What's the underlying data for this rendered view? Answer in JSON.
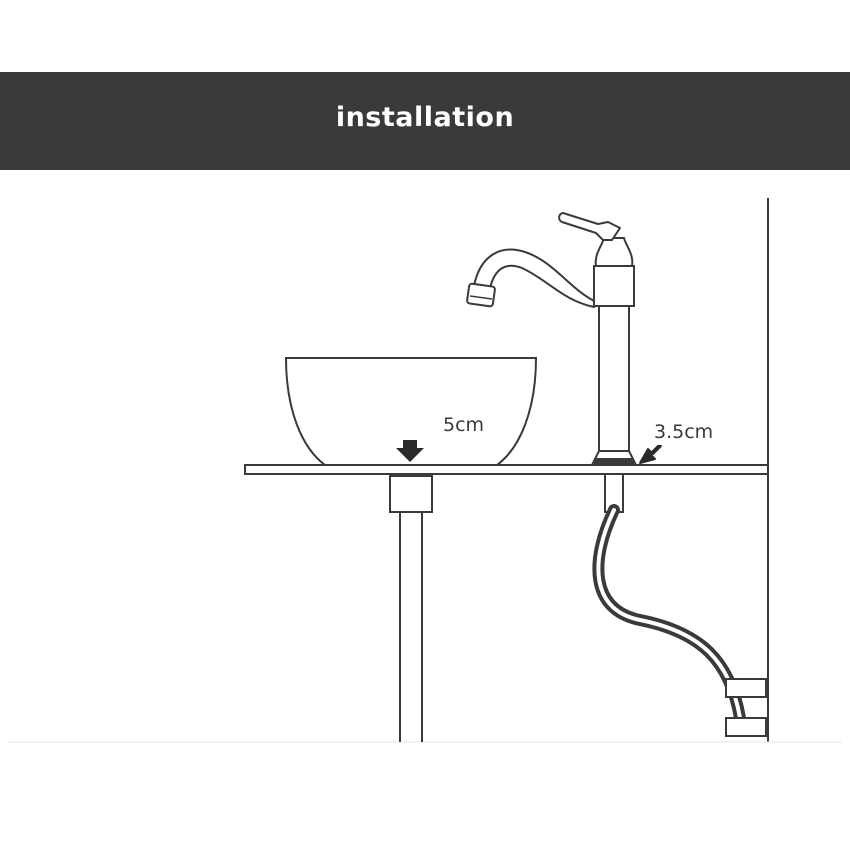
{
  "header": {
    "title": "installation",
    "background_color": "#3a3a3a",
    "text_color": "#ffffff"
  },
  "diagram": {
    "basin_drain_gap_label": "5cm",
    "faucet_hole_label": "3.5cm",
    "line_color": "#3a3a3a",
    "hose_color": "#3a3a3a"
  }
}
